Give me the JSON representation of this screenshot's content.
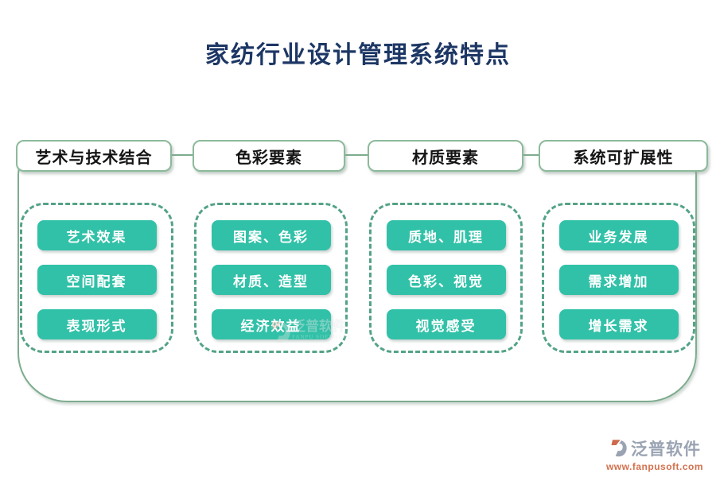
{
  "title": "家纺行业设计管理系统特点",
  "columns": [
    {
      "header": "艺术与技术结合",
      "items": [
        "艺术效果",
        "空间配套",
        "表现形式"
      ]
    },
    {
      "header": "色彩要素",
      "items": [
        "图案、色彩",
        "材质、造型",
        "经济效益"
      ]
    },
    {
      "header": "材质要素",
      "items": [
        "质地、肌理",
        "色彩、视觉",
        "视觉感受"
      ]
    },
    {
      "header": "系统可扩展性",
      "items": [
        "业务发展",
        "需求增加",
        "增长需求"
      ]
    }
  ],
  "branding": {
    "name": "泛普软件",
    "url": "www.fanpusoft.com"
  },
  "watermark": {
    "name": "泛普软件",
    "sub": "FANPU SOFTWARE"
  },
  "colors": {
    "title_text": "#1d3765",
    "node_fill": "#31c1a8",
    "group_dash_border": "#54a386",
    "container_border": "#7dac8e",
    "header_border": "#8cba9a",
    "brand_gray": "#9aa3b2",
    "brand_orange": "#d4714e"
  }
}
